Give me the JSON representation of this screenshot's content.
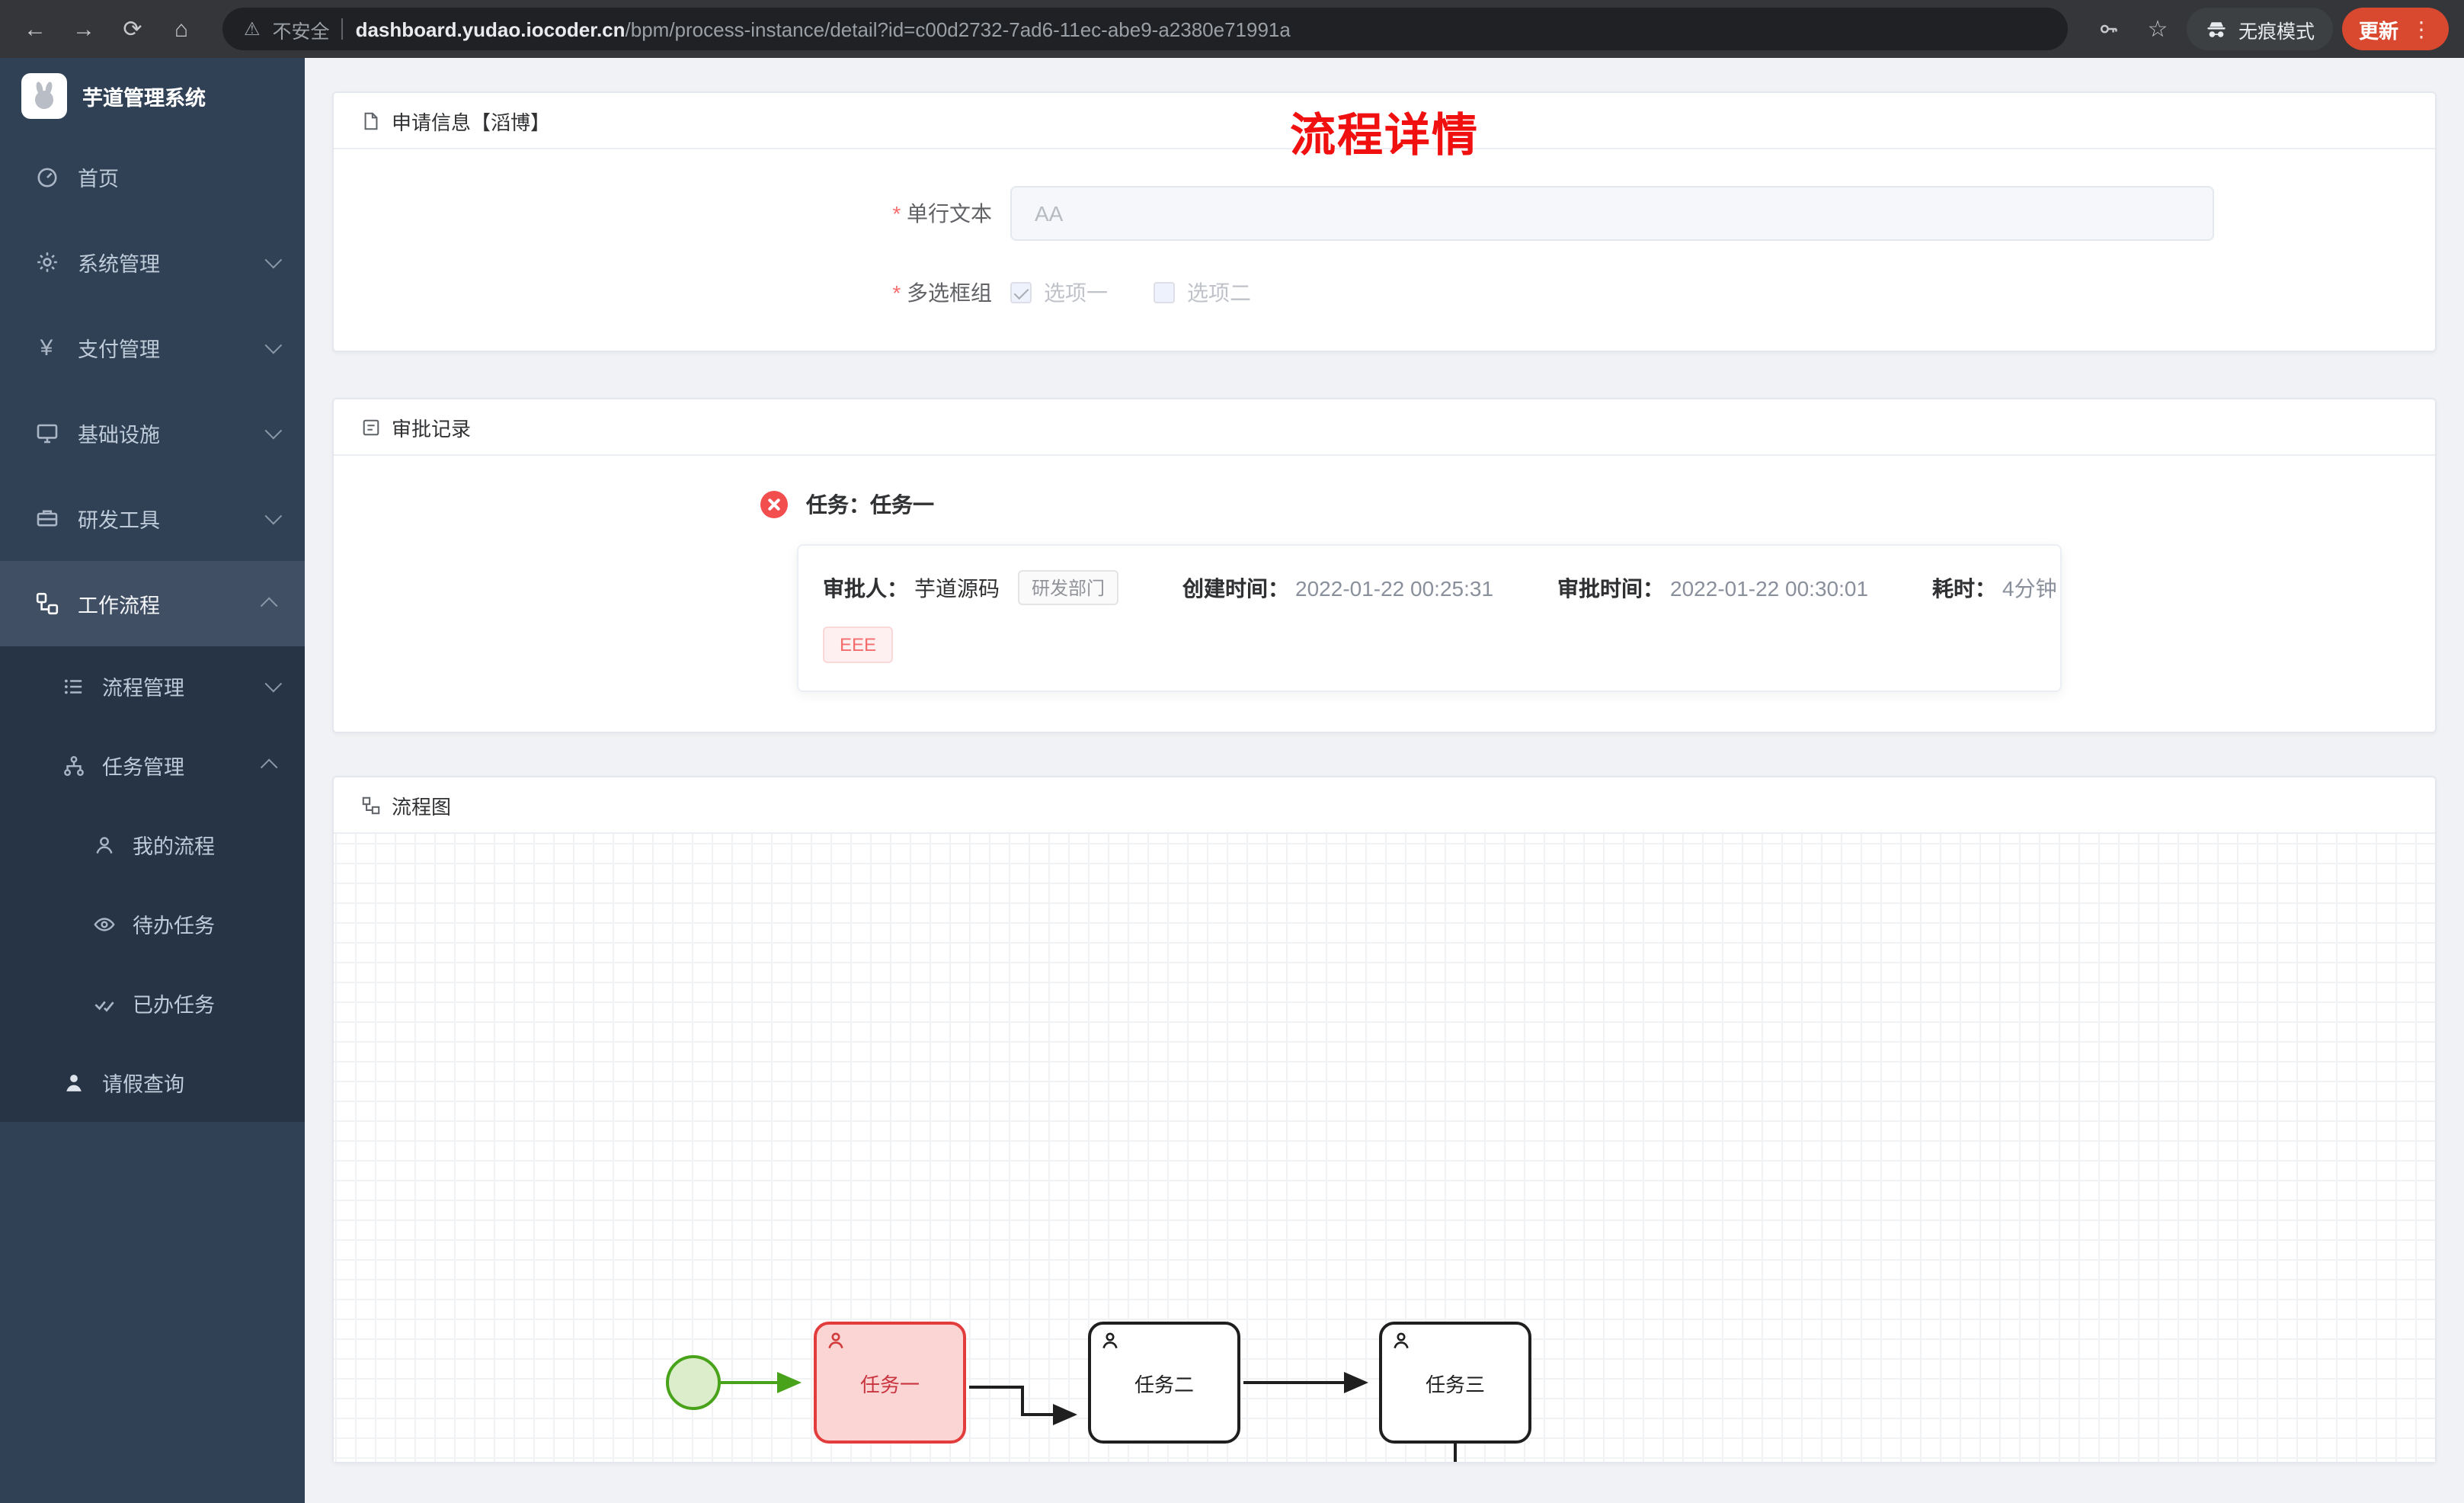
{
  "browser": {
    "security_label": "不安全",
    "url_domain": "dashboard.yudao.iocoder.cn",
    "url_path": "/bpm/process-instance/detail?id=c00d2732-7ad6-11ec-abe9-a2380e71991a",
    "incognito_label": "无痕模式",
    "update_label": "更新"
  },
  "icons": {
    "back": "←",
    "forward": "→",
    "reload": "⟳",
    "home": "⌂",
    "warning": "⚠",
    "star": "☆",
    "more": "⋮",
    "payment": "¥"
  },
  "sidebar": {
    "app_title": "芋道管理系统",
    "menu": [
      {
        "label": "首页"
      },
      {
        "label": "系统管理"
      },
      {
        "label": "支付管理"
      },
      {
        "label": "基础设施"
      },
      {
        "label": "研发工具"
      },
      {
        "label": "工作流程"
      }
    ],
    "submenu": [
      {
        "label": "流程管理"
      },
      {
        "label": "任务管理"
      }
    ],
    "task_children": [
      {
        "label": "我的流程"
      },
      {
        "label": "待办任务"
      },
      {
        "label": "已办任务"
      }
    ],
    "leave_item": {
      "label": "请假查询"
    }
  },
  "page": {
    "title": "流程详情",
    "apply": {
      "header": "申请信息【滔博】",
      "text_field": {
        "label": "单行文本",
        "value": "AA"
      },
      "checkbox_field": {
        "label": "多选框组",
        "options": [
          {
            "label": "选项一",
            "checked": true
          },
          {
            "label": "选项二",
            "checked": false
          }
        ]
      }
    },
    "approval": {
      "header": "审批记录",
      "task_title": "任务：任务一",
      "approver_label": "审批人：",
      "approver": "芋道源码",
      "dept_tag": "研发部门",
      "create_label": "创建时间：",
      "create_time": "2022-01-22 00:25:31",
      "approve_label": "审批时间：",
      "approve_time": "2022-01-22 00:30:01",
      "duration_label": "耗时：",
      "duration": "4分钟",
      "comment_tag": "EEE"
    },
    "diagram": {
      "header": "流程图",
      "nodes": [
        {
          "label": "任务一",
          "state": "active"
        },
        {
          "label": "任务二",
          "state": "normal"
        },
        {
          "label": "任务三",
          "state": "normal"
        }
      ]
    }
  },
  "colors": {
    "page_title_red": "#f01010",
    "sidebar_bg": "#304156",
    "sidebar_submenu_bg": "#263445",
    "active_task_border": "#e23c3c",
    "active_task_fill": "#fbd4d4",
    "start_event_green": "#49a31a",
    "update_button_red": "#d9492f",
    "error_icon_red": "#f24e4e",
    "comment_tag_red": "#f56c6c"
  }
}
